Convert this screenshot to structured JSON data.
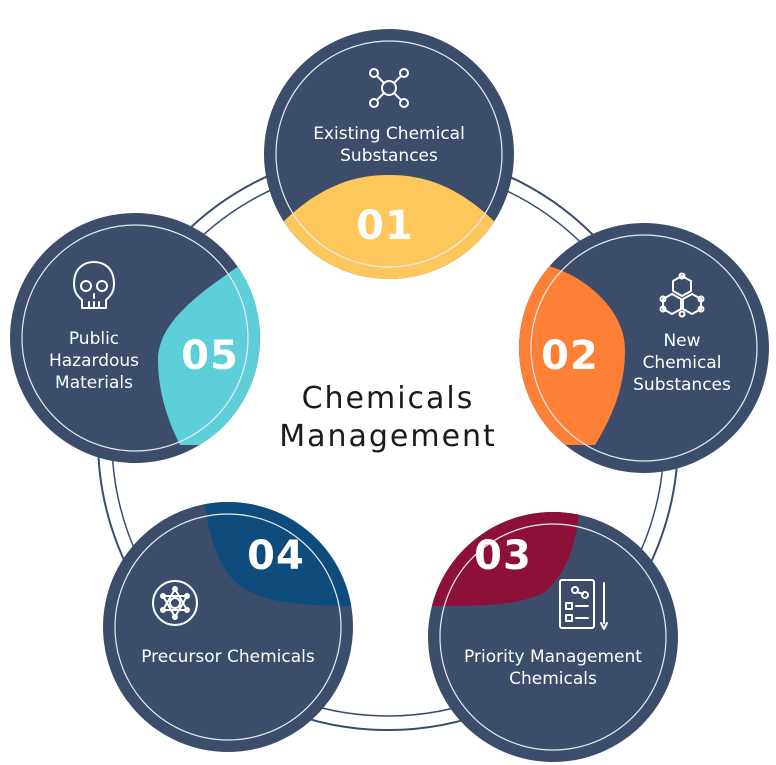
{
  "center_title": [
    "Chemicals",
    "Management"
  ],
  "colors": {
    "node_fill": "#3b4d6b",
    "node_inner_ring": "#e7ebf2",
    "ring": "#3b4d6b",
    "badge_01": "#fdc75c",
    "badge_02": "#fe7f36",
    "badge_03": "#8d1039",
    "badge_04": "#0f4c7e",
    "badge_05": "#5ccfd9"
  },
  "nodes": [
    {
      "number": "01",
      "label_lines": [
        "Existing Chemical",
        "Substances"
      ],
      "icon": "molecule-icon",
      "badge_color": "#fdc75c"
    },
    {
      "number": "02",
      "label_lines": [
        "New",
        "Chemical",
        "Substances"
      ],
      "icon": "hexagon-structure-icon",
      "badge_color": "#fe7f36"
    },
    {
      "number": "03",
      "label_lines": [
        "Priority Management",
        "Chemicals"
      ],
      "icon": "checklist-icon",
      "badge_color": "#8d1039"
    },
    {
      "number": "04",
      "label_lines": [
        "Precursor Chemicals"
      ],
      "icon": "network-sphere-icon",
      "badge_color": "#0f4c7e"
    },
    {
      "number": "05",
      "label_lines": [
        "Public",
        "Hazardous",
        "Materials"
      ],
      "icon": "skull-icon",
      "badge_color": "#5ccfd9"
    }
  ]
}
